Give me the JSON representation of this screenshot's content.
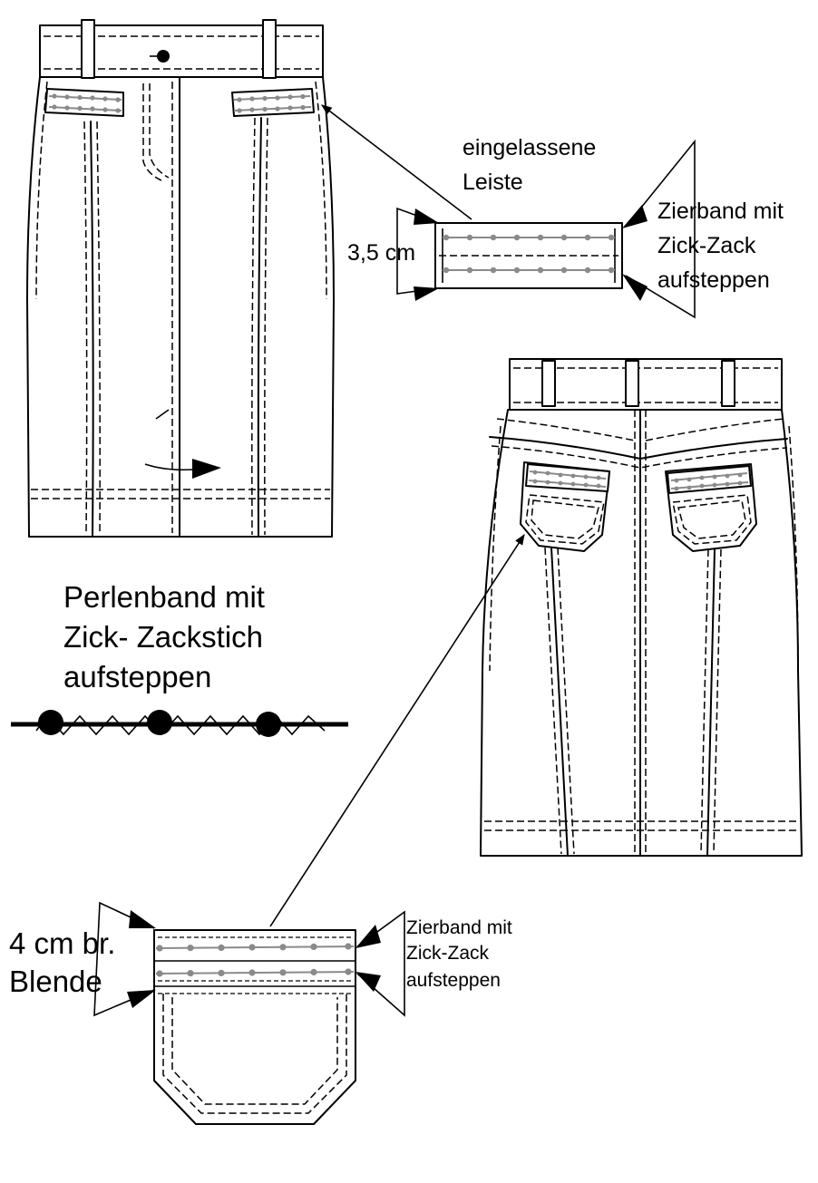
{
  "labels": {
    "insert_band_1": "eingelassene",
    "insert_band_2": "Leiste",
    "band_height": "3,5 cm",
    "ribbon_top_1": "Zierband mit",
    "ribbon_top_2": "Zick-Zack",
    "ribbon_top_3": "aufsteppen",
    "bead_1": "Perlenband mit",
    "bead_2": "Zick- Zackstich",
    "bead_3": "aufsteppen",
    "facing_1": "4 cm br.",
    "facing_2": "Blende",
    "ribbon_bottom_1": "Zierband mit",
    "ribbon_bottom_2": "Zick-Zack",
    "ribbon_bottom_3": "aufsteppen"
  },
  "colors": {
    "line": "#000000",
    "bead_ribbon": "#8a8a8a",
    "paper": "#ffffff"
  }
}
